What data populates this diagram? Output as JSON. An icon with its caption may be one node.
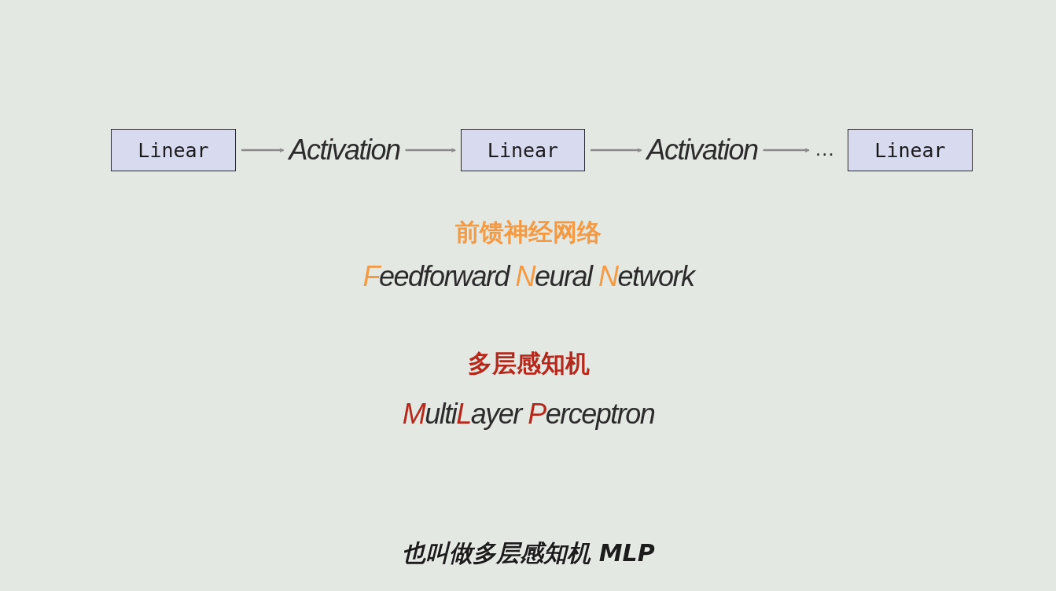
{
  "diagram": {
    "nodes": [
      {
        "text": [
          "Linear"
        ]
      },
      {
        "text": [
          "Activation"
        ]
      },
      {
        "text": [
          "Linear"
        ]
      },
      {
        "text": [
          "Activation"
        ]
      },
      {
        "text": [
          "…"
        ]
      },
      {
        "text": [
          "Linear"
        ]
      }
    ],
    "edges": [
      {
        "from": 0,
        "to": 1,
        "arrow": "to"
      },
      {
        "from": 1,
        "to": 2,
        "arrow": "to"
      },
      {
        "from": 2,
        "to": 3,
        "arrow": "to"
      },
      {
        "from": 3,
        "to": 4,
        "arrow": "to"
      }
    ],
    "labels": [
      "前馈神经网络",
      "Feedforward Neural Network",
      "多层感知机",
      "MultiLayer Perceptron",
      "也叫做多层感知机 MLP"
    ]
  }
}
